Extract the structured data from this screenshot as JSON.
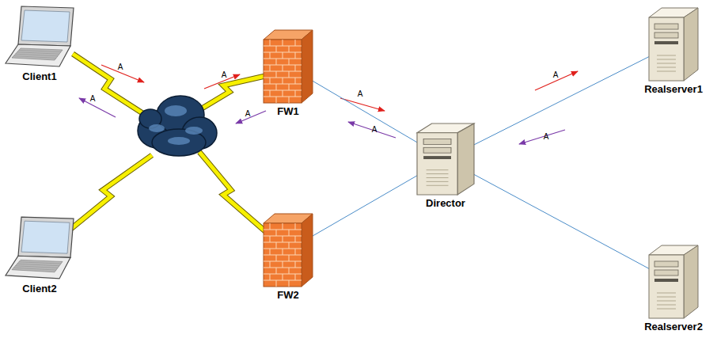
{
  "diagram": {
    "nodes": [
      {
        "text": [
          "Client1"
        ]
      },
      {
        "text": [
          "FW1"
        ]
      },
      {
        "text": [
          "Realserver1"
        ]
      },
      {
        "text": [
          "Director"
        ]
      },
      {
        "text": [
          "Client2"
        ]
      },
      {
        "text": [
          "FW2"
        ]
      },
      {
        "text": [
          "Realserver2"
        ]
      }
    ],
    "edges": [
      {
        "from": 1,
        "to": 3,
        "arrow": "none"
      },
      {
        "from": 5,
        "to": 3,
        "arrow": "none"
      },
      {
        "from": 3,
        "to": 2,
        "arrow": "none"
      },
      {
        "from": 3,
        "to": 6,
        "arrow": "none"
      }
    ],
    "labels": [
      "A",
      "A",
      "A",
      "A",
      "A",
      "A",
      "A",
      "A"
    ]
  }
}
